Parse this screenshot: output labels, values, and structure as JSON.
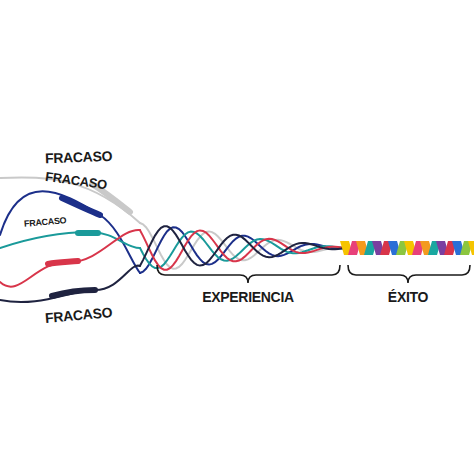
{
  "diagram": {
    "labels": [
      "FRACASO",
      "FRACASO",
      "FRACASO",
      "FRACASO",
      "EXPERIENCIA",
      "ÉXITO"
    ]
  }
}
